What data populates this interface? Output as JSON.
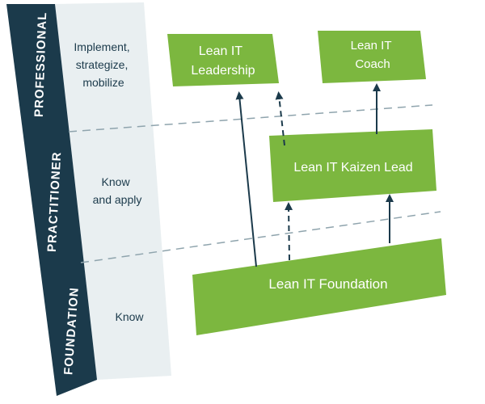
{
  "levels": [
    {
      "id": "professional",
      "label": "PROFESSIONAL",
      "description": [
        "Implement,",
        "strategize,",
        "mobilize"
      ]
    },
    {
      "id": "practitioner",
      "label": "PRACTITIONER",
      "description": [
        "Know",
        "and apply"
      ]
    },
    {
      "id": "foundation",
      "label": "FOUNDATION",
      "description": [
        "Know"
      ]
    }
  ],
  "certifications": [
    {
      "id": "leadership",
      "lines": [
        "Lean IT",
        "Leadership"
      ]
    },
    {
      "id": "coach",
      "lines": [
        "Lean IT",
        "Coach"
      ]
    },
    {
      "id": "kaizen-lead",
      "lines": [
        "Lean IT Kaizen Lead"
      ]
    },
    {
      "id": "foundation",
      "lines": [
        "Lean IT Foundation"
      ]
    }
  ],
  "colors": {
    "band": "#1b3a4b",
    "band_text": "#ffffff",
    "panel": "#e9eff1",
    "box": "#7cb73f",
    "box_text": "#ffffff",
    "arrow": "#1b3a4b",
    "dashed_line": "#8fa4ad",
    "description_text": "#1b3a4b"
  }
}
